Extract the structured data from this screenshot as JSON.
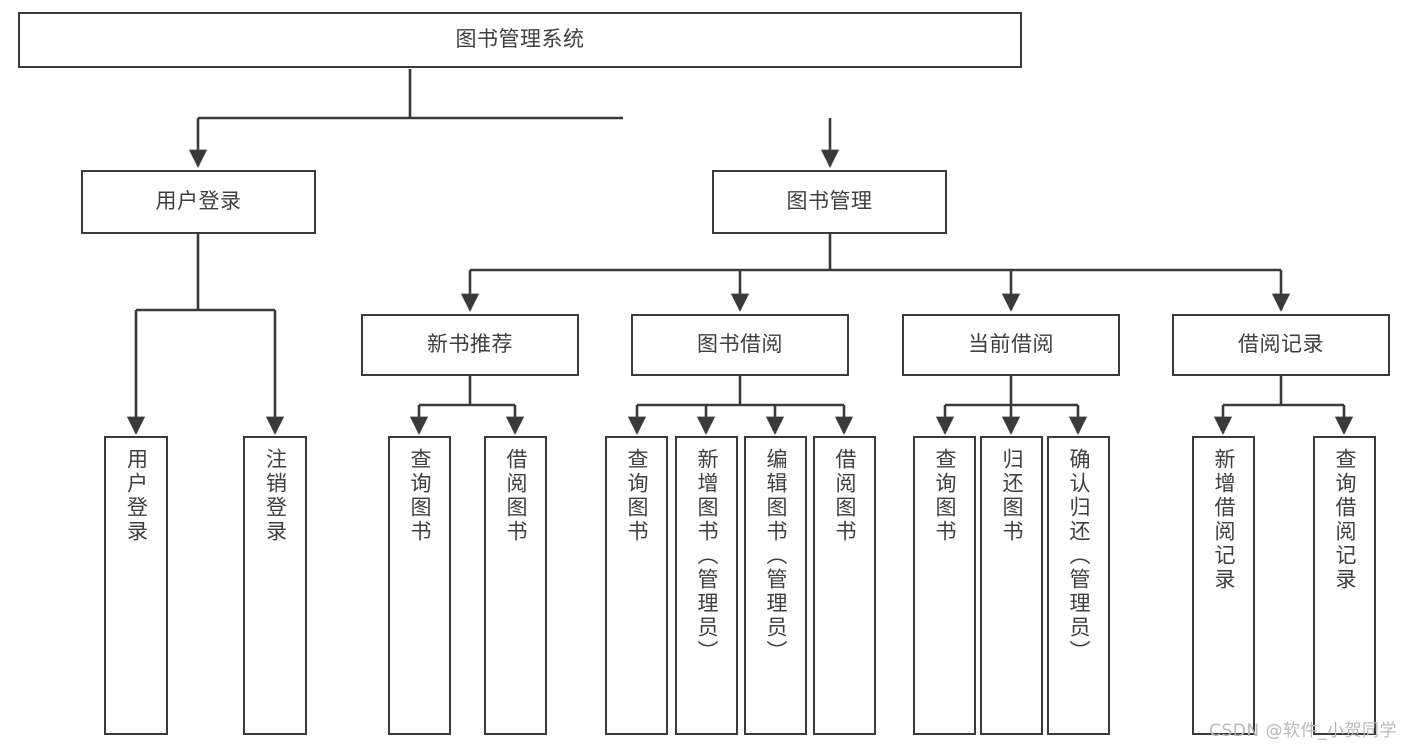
{
  "diagram": {
    "title_node": {
      "label": "图书管理系统"
    },
    "level2": [
      {
        "id": "user-login",
        "label": "用户登录"
      },
      {
        "id": "book-manage",
        "label": "图书管理"
      }
    ],
    "level3": [
      {
        "id": "new-book-recommend",
        "label": "新书推荐"
      },
      {
        "id": "book-borrow",
        "label": "图书借阅"
      },
      {
        "id": "current-borrow",
        "label": "当前借阅"
      },
      {
        "id": "borrow-record",
        "label": "借阅记录"
      }
    ],
    "leaves": [
      {
        "id": "leaf-user-login",
        "label": "用户登录"
      },
      {
        "id": "leaf-logout-login",
        "label": "注销登录"
      },
      {
        "id": "leaf-query-book-1",
        "label": "查询图书"
      },
      {
        "id": "leaf-borrow-book-1",
        "label": "借阅图书"
      },
      {
        "id": "leaf-query-book-2",
        "label": "查询图书"
      },
      {
        "id": "leaf-add-book",
        "label": "新增图书（管理员）"
      },
      {
        "id": "leaf-edit-book",
        "label": "编辑图书（管理员）"
      },
      {
        "id": "leaf-borrow-book-2",
        "label": "借阅图书"
      },
      {
        "id": "leaf-query-book-3",
        "label": "查询图书"
      },
      {
        "id": "leaf-return-book",
        "label": "归还图书"
      },
      {
        "id": "leaf-confirm-return",
        "label": "确认归还（管理员）"
      },
      {
        "id": "leaf-add-record",
        "label": "新增借阅记录"
      },
      {
        "id": "leaf-query-record",
        "label": "查询借阅记录"
      }
    ],
    "watermark": "CSDN @软件_小贺同学",
    "colors": {
      "stroke": "#3a3a3a",
      "text": "#3f3f3f",
      "background": "#ffffff",
      "watermark": "#b9b9b9"
    }
  }
}
